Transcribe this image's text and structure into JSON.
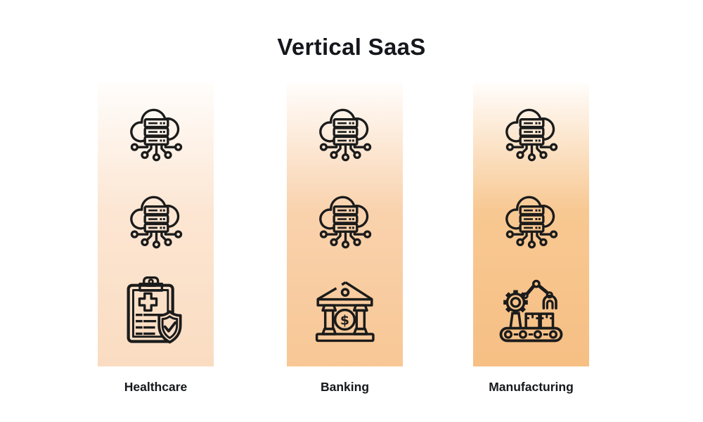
{
  "title": "Vertical SaaS",
  "theme": {
    "background": "#ffffff",
    "text_color": "#15171c",
    "icon_stroke": "#1b1b1b"
  },
  "columns": [
    {
      "label": "Healthcare",
      "gradient_top": "#fffdfb",
      "gradient_mid": "#fce6d3",
      "gradient_bottom": "#fadcc1",
      "icons": [
        "cloud-server",
        "cloud-server",
        "medical-clipboard-shield"
      ]
    },
    {
      "label": "Banking",
      "gradient_top": "#fffdfb",
      "gradient_mid": "#f9d2ad",
      "gradient_bottom": "#f8c795",
      "icons": [
        "cloud-server",
        "cloud-server",
        "bank-building"
      ]
    },
    {
      "label": "Manufacturing",
      "gradient_top": "#fffdfb",
      "gradient_mid": "#f8c892",
      "gradient_bottom": "#f6bf84",
      "icons": [
        "cloud-server",
        "cloud-server",
        "robot-arm-conveyor"
      ]
    }
  ]
}
